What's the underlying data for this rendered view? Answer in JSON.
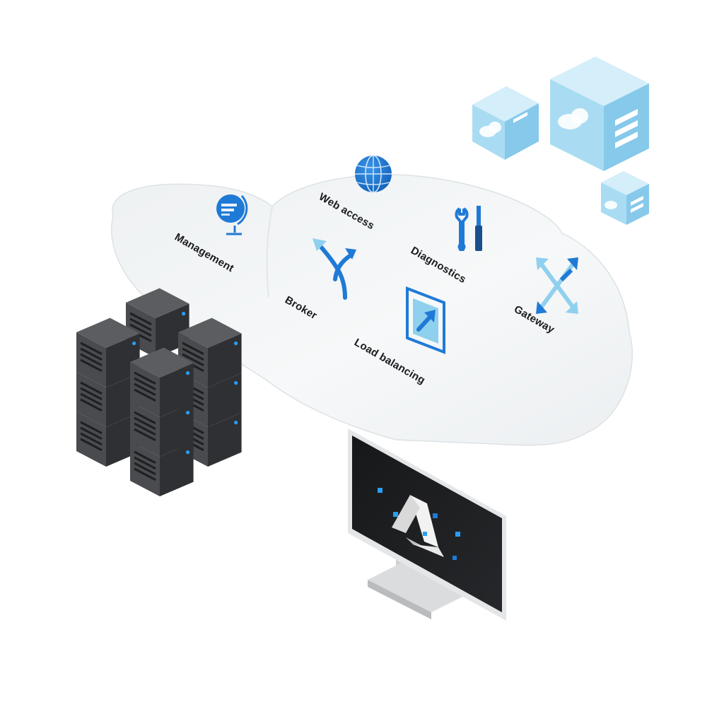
{
  "colors": {
    "accent_blue": "#1f7ad6",
    "light_blue": "#8fd0ee",
    "cube_face_light": "#bfe6f7",
    "cube_face_mid": "#9fd6f0",
    "cube_face_dark": "#7cc3e6",
    "server_dark": "#2f3033",
    "server_mid": "#4a4b4f",
    "server_top": "#5c5d61",
    "status_led": "#2a9df4",
    "cloud_fill": "#f3f5f6",
    "monitor_screen": "#202124"
  },
  "cloud_services": [
    {
      "key": "web_access",
      "label": "Web access",
      "icon": "globe-icon"
    },
    {
      "key": "management",
      "label": "Management",
      "icon": "management-globe-icon"
    },
    {
      "key": "diagnostics",
      "label": "Diagnostics",
      "icon": "wrench-screwdriver-icon"
    },
    {
      "key": "broker",
      "label": "Broker",
      "icon": "split-arrow-icon"
    },
    {
      "key": "gateway",
      "label": "Gateway",
      "icon": "expand-arrows-icon"
    },
    {
      "key": "load_balancing",
      "label": "Load balancing",
      "icon": "load-balance-icon"
    }
  ],
  "cloud_containers": [
    "cloud-box-large",
    "cloud-box-medium",
    "cloud-box-small"
  ],
  "monitor": {
    "logo": "azure-virtual-desktop-logo"
  }
}
